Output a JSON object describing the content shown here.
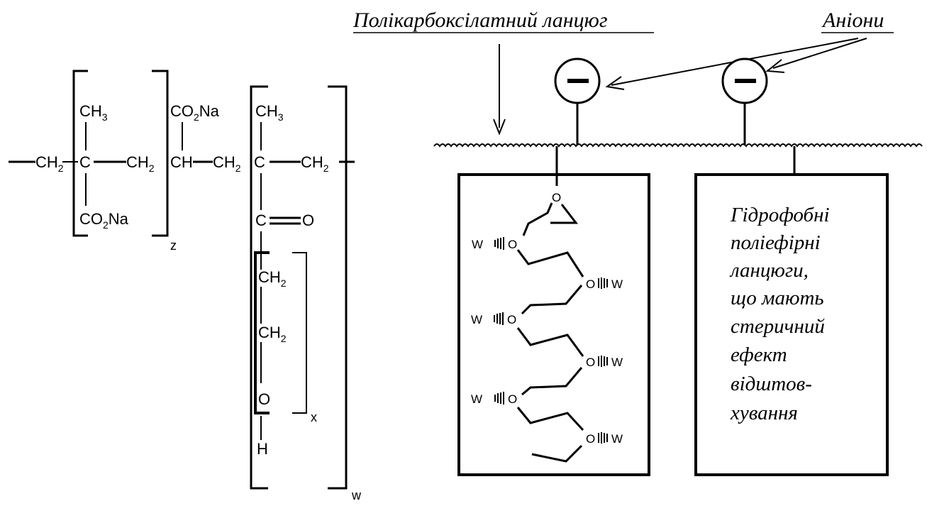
{
  "labels": {
    "chain": "Полікарбоксілатний ланцюг",
    "anions": "Аніони",
    "description": [
      "Гідрофобні",
      "поліефірні",
      "ланцюги,",
      "що мають",
      "стеричний",
      "ефект",
      "відштов-",
      "хування"
    ]
  },
  "formula": {
    "ch2": "CH",
    "ch2_sub": "2",
    "ch3": "CH",
    "ch3_sub": "3",
    "c": "C",
    "ch": "CH",
    "co2na_a": "CO",
    "co2na_sub": "2",
    "co2na_b": "Na",
    "o": "O",
    "h": "H",
    "z": "z",
    "x": "x",
    "w": "w"
  },
  "side_chain": {
    "o": "O",
    "w": "W"
  }
}
